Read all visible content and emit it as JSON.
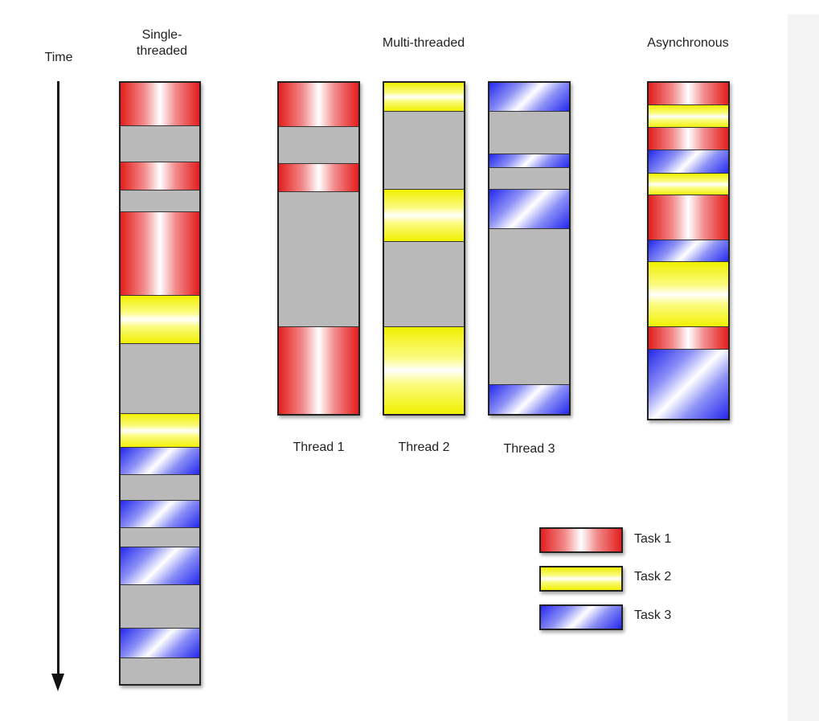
{
  "time_label": "Time",
  "columns": [
    {
      "id": "single",
      "title": "Single-\nthreaded",
      "segments": [
        {
          "task": "task1",
          "start": 0,
          "end": 0.129
        },
        {
          "task": "task1",
          "start": 0.24,
          "end": 0.324
        },
        {
          "task": "task1",
          "start": 0.391,
          "end": 0.642
        },
        {
          "task": "task2",
          "start": 0.642,
          "end": 0.787
        },
        {
          "task": "task2",
          "start": 1.0,
          "end": 1.101
        },
        {
          "task": "task3",
          "start": 1.101,
          "end": 1.183
        },
        {
          "task": "task3",
          "start": 1.263,
          "end": 1.342
        },
        {
          "task": "task3",
          "start": 1.404,
          "end": 1.514
        },
        {
          "task": "task3",
          "start": 1.649,
          "end": 1.736
        }
      ]
    },
    {
      "id": "thread1",
      "title": "Thread 1",
      "segments": [
        {
          "task": "task1",
          "start": 0,
          "end": 0.131
        },
        {
          "task": "task1",
          "start": 0.246,
          "end": 0.328
        },
        {
          "task": "task1",
          "start": 0.738,
          "end": 1.0
        }
      ]
    },
    {
      "id": "thread2",
      "title": "Thread 2",
      "segments": [
        {
          "task": "task2",
          "start": 0,
          "end": 0.084
        },
        {
          "task": "task2",
          "start": 0.324,
          "end": 0.478
        },
        {
          "task": "task2",
          "start": 0.738,
          "end": 1.0
        }
      ]
    },
    {
      "id": "thread3",
      "title": "Thread 3",
      "segments": [
        {
          "task": "task3",
          "start": 0,
          "end": 0.084
        },
        {
          "task": "task3",
          "start": 0.215,
          "end": 0.254
        },
        {
          "task": "task3",
          "start": 0.324,
          "end": 0.44
        },
        {
          "task": "task3",
          "start": 0.912,
          "end": 1.0
        }
      ]
    },
    {
      "id": "async",
      "title": "Asynchronous",
      "segments": [
        {
          "task": "task1",
          "start": 0,
          "end": 0.069
        },
        {
          "task": "task2",
          "start": 0.069,
          "end": 0.135
        },
        {
          "task": "task1",
          "start": 0.135,
          "end": 0.203
        },
        {
          "task": "task3",
          "start": 0.203,
          "end": 0.274
        },
        {
          "task": "task2",
          "start": 0.274,
          "end": 0.341
        },
        {
          "task": "task1",
          "start": 0.341,
          "end": 0.476
        },
        {
          "task": "task3",
          "start": 0.476,
          "end": 0.542
        },
        {
          "task": "task2",
          "start": 0.542,
          "end": 0.738
        },
        {
          "task": "task1",
          "start": 0.738,
          "end": 0.806
        },
        {
          "task": "task3",
          "start": 0.806,
          "end": 1.012
        }
      ]
    }
  ],
  "multi_title": "Multi-threaded",
  "legend": [
    {
      "task": "task1",
      "label": "Task 1"
    },
    {
      "task": "task2",
      "label": "Task 2"
    },
    {
      "task": "task3",
      "label": "Task 3"
    }
  ]
}
